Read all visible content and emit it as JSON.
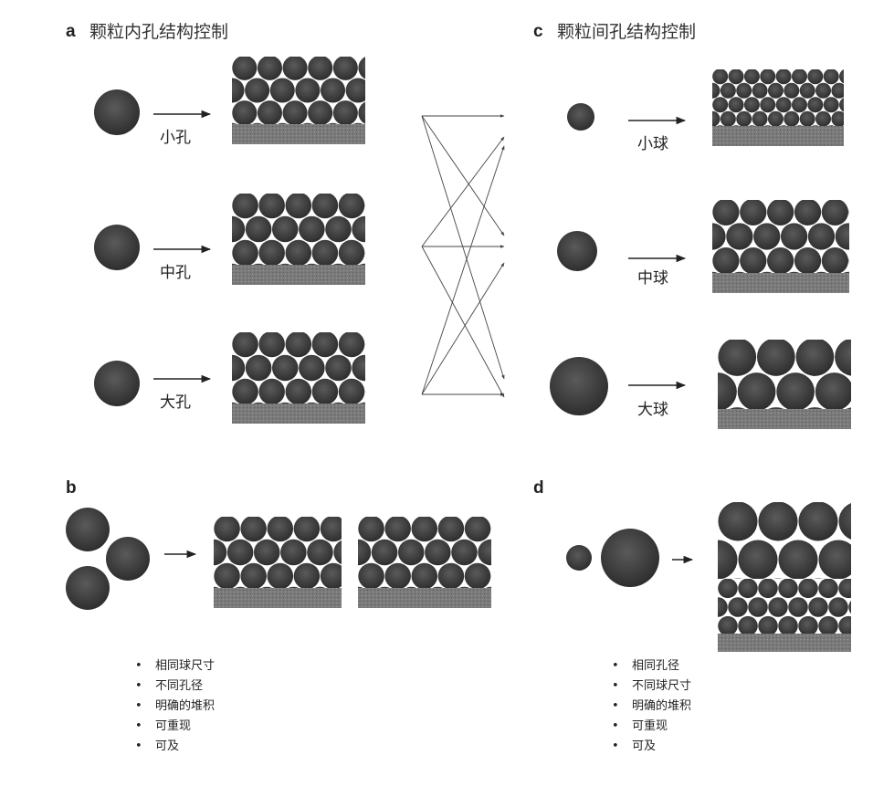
{
  "panels": {
    "a": {
      "letter": "a",
      "title": "颗粒内孔结构控制",
      "labels": [
        "小孔",
        "中孔",
        "大孔"
      ]
    },
    "b": {
      "letter": "b"
    },
    "c": {
      "letter": "c",
      "title": "颗粒间孔结构控制",
      "labels": [
        "小球",
        "中球",
        "大球"
      ]
    },
    "d": {
      "letter": "d"
    }
  },
  "lists": {
    "left": [
      "相同球尺寸",
      "不同孔径",
      "明确的堆积",
      "可重现",
      "可及"
    ],
    "right": [
      "相同孔径",
      "不同球尺寸",
      "明确的堆积",
      "可重现",
      "可及"
    ]
  },
  "colors": {
    "sphere": "#3a3a3a",
    "sphere_light": "#5a5a5a",
    "substrate": "#7d7d7d",
    "line": "#333333"
  }
}
